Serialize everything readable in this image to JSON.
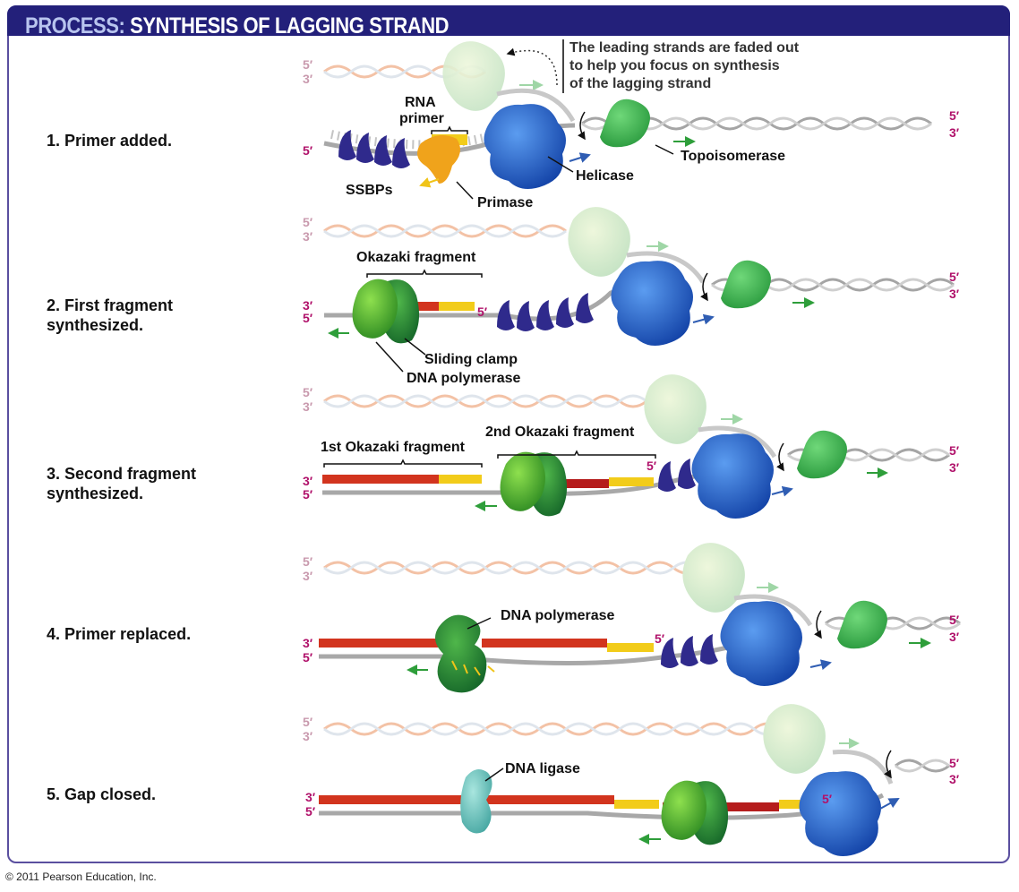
{
  "header": {
    "keyword": "PROCESS:",
    "title": "SYNTHESIS OF LAGGING STRAND"
  },
  "note": {
    "line1": "The leading strands are faded out",
    "line2": "to help you focus on synthesis",
    "line3": "of the lagging strand"
  },
  "ends": {
    "five": "5′",
    "three": "3′"
  },
  "steps": [
    {
      "label": "1. Primer added.",
      "labels": {
        "rna_primer_1": "RNA",
        "rna_primer_2": "primer",
        "ssbps": "SSBPs",
        "primase": "Primase",
        "helicase": "Helicase",
        "topoisomerase": "Topoisomerase"
      }
    },
    {
      "label_1": "2. First fragment",
      "label_2": "synthesized.",
      "labels": {
        "okazaki": "Okazaki fragment",
        "sliding_clamp": "Sliding clamp",
        "dna_polymerase": "DNA polymerase"
      }
    },
    {
      "label_1": "3. Second fragment",
      "label_2": "synthesized.",
      "labels": {
        "first_okazaki": "1st Okazaki fragment",
        "second_okazaki": "2nd Okazaki fragment"
      }
    },
    {
      "label": "4. Primer replaced.",
      "labels": {
        "dna_polymerase": "DNA polymerase"
      }
    },
    {
      "label": "5. Gap closed.",
      "labels": {
        "dna_ligase": "DNA ligase"
      }
    }
  ],
  "colors": {
    "header_bg": "#23207a",
    "header_keyword": "#b8c4ee",
    "frame_border": "#5a4f9f",
    "end_label": "#b0116a",
    "rna_primer": "#f2cc1a",
    "dna_new": "#d2341e",
    "template_strand": "#9e9e9e",
    "helicase": "#1f5fc4",
    "ssbp": "#2f2a8c",
    "polymerase": "#3fa52e",
    "topoisomerase": "#3daa4c",
    "ligase": "#6fc6c0"
  },
  "footer": {
    "copyright": "© 2011 Pearson Education, Inc."
  }
}
